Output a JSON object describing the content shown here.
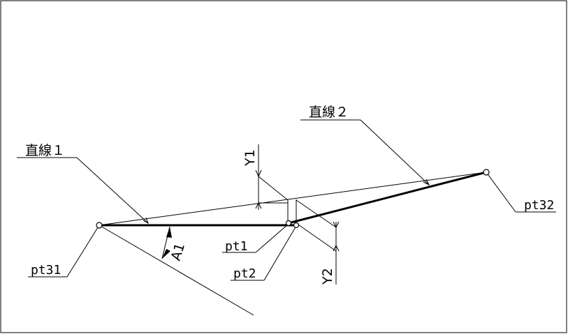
{
  "labels": {
    "line1": "直線１",
    "line2": "直線２",
    "pt31": "pt31",
    "pt32": "pt32",
    "pt1": "pt1",
    "pt2": "pt2",
    "y1": "Y1",
    "y2": "Y2",
    "a1": "A1"
  }
}
